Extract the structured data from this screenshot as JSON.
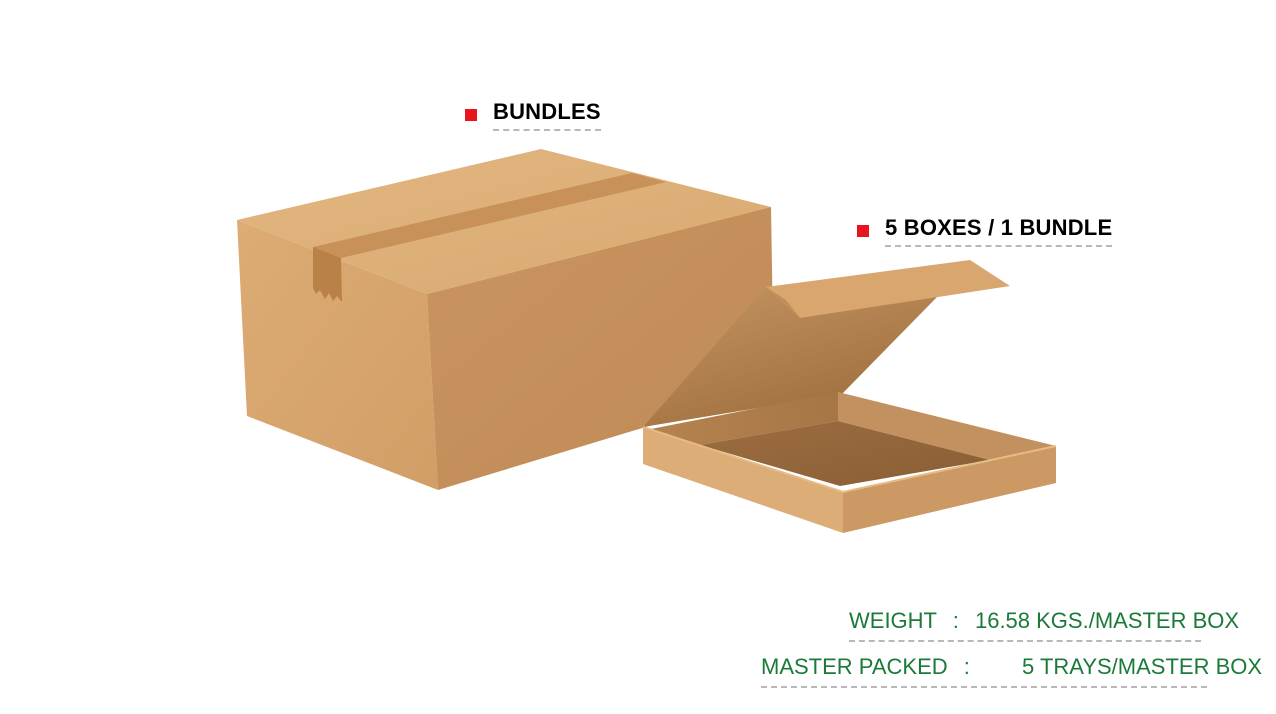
{
  "labels": {
    "bundles": "BUNDLES",
    "boxes_per_bundle": "5 BOXES / 1 BUNDLE"
  },
  "specs": {
    "weight_label": "WEIGHT",
    "weight_sep": ":",
    "weight_value": "16.58  KGS./MASTER BOX",
    "packed_label": "MASTER PACKED",
    "packed_sep": ":",
    "packed_value": "5 TRAYS/MASTER BOX"
  },
  "colors": {
    "bullet": "#e8141e",
    "spec_text": "#1b7a3a",
    "cardboard_top": "#deb27a",
    "cardboard_side": "#c99460",
    "tape": "#c9925a"
  }
}
